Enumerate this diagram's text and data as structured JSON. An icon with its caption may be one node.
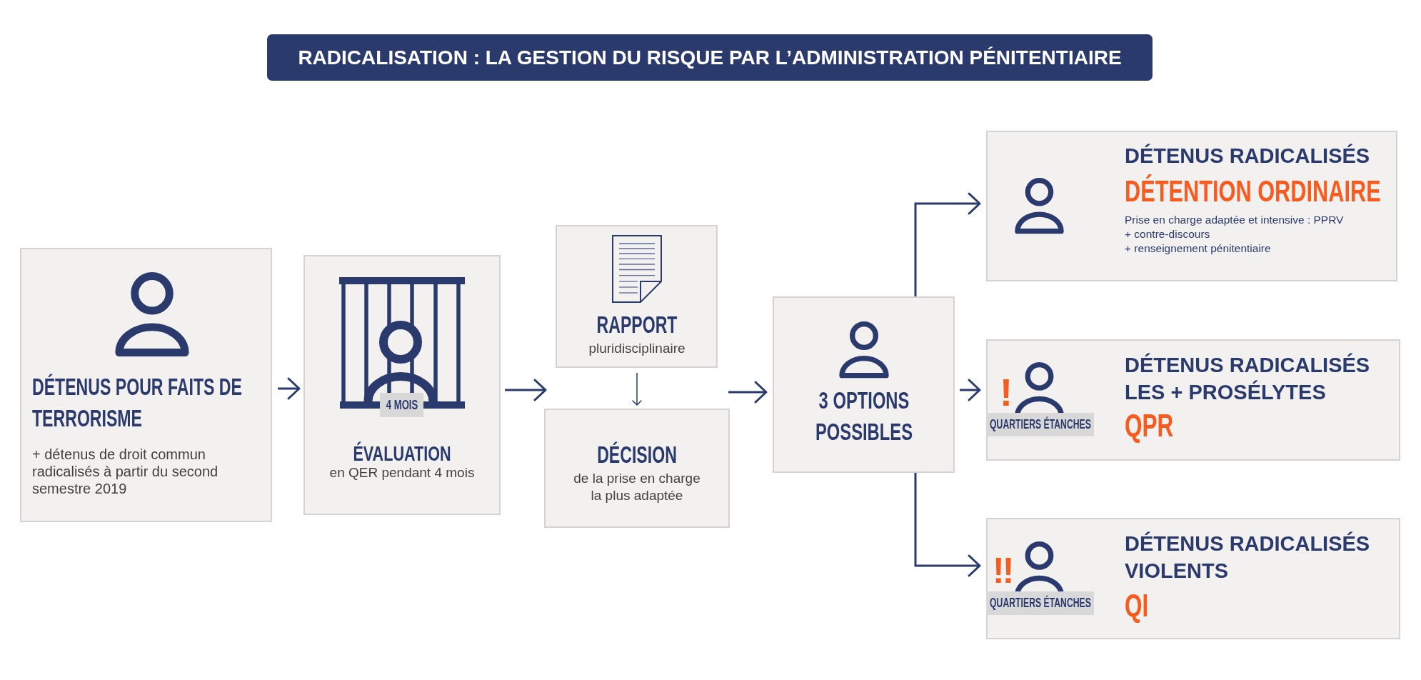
{
  "diagram": {
    "title": "RADICALISATION : LA GESTION DU RISQUE PAR L’ADMINISTRATION PÉNITENTIAIRE",
    "nodes": [
      {
        "text": [
          "DÉTENUS POUR FAITS DE TERRORISME",
          "+ détenus de droit commun radicalisés à partir du second semestre 2019"
        ]
      },
      {
        "text": [
          "ÉVALUATION",
          "en QER pendant 4 mois"
        ]
      },
      {
        "text": [
          "4 MOIS"
        ],
        "in": 1
      },
      {
        "text": [
          "RAPPORT",
          "pluridisciplinaire"
        ]
      },
      {
        "text": [
          "DÉCISION",
          "de la prise en charge la plus adaptée"
        ]
      },
      {
        "text": [
          "3 OPTIONS POSSIBLES"
        ]
      },
      {
        "text": [
          "DÉTENUS RADICALISÉS",
          "DÉTENTION ORDINAIRE",
          "Prise en charge adaptée et intensive : PPRV",
          "+ contre-discours",
          "+ renseignement pénitentiaire"
        ]
      },
      {
        "text": [
          "!",
          "DÉTENUS RADICALISÉS LES + PROSÉLYTES",
          "QPR"
        ]
      },
      {
        "text": [
          "QUARTIERS ÉTANCHES"
        ],
        "in": 7
      },
      {
        "text": [
          "!!",
          "DÉTENUS RADICALISÉS VIOLENTS",
          "QI"
        ]
      },
      {
        "text": [
          "QUARTIERS ÉTANCHES"
        ],
        "in": 9
      }
    ],
    "edges": [
      {
        "from": 0,
        "to": 1,
        "arrow": "to"
      },
      {
        "from": 1,
        "to": 3,
        "arrow": "to"
      },
      {
        "from": 3,
        "to": 4,
        "arrow": "to"
      },
      {
        "from": 4,
        "to": 5,
        "arrow": "to"
      },
      {
        "from": 5,
        "to": 6,
        "arrow": "to"
      },
      {
        "from": 5,
        "to": 7,
        "arrow": "to"
      },
      {
        "from": 5,
        "to": 9,
        "arrow": "to"
      }
    ]
  }
}
